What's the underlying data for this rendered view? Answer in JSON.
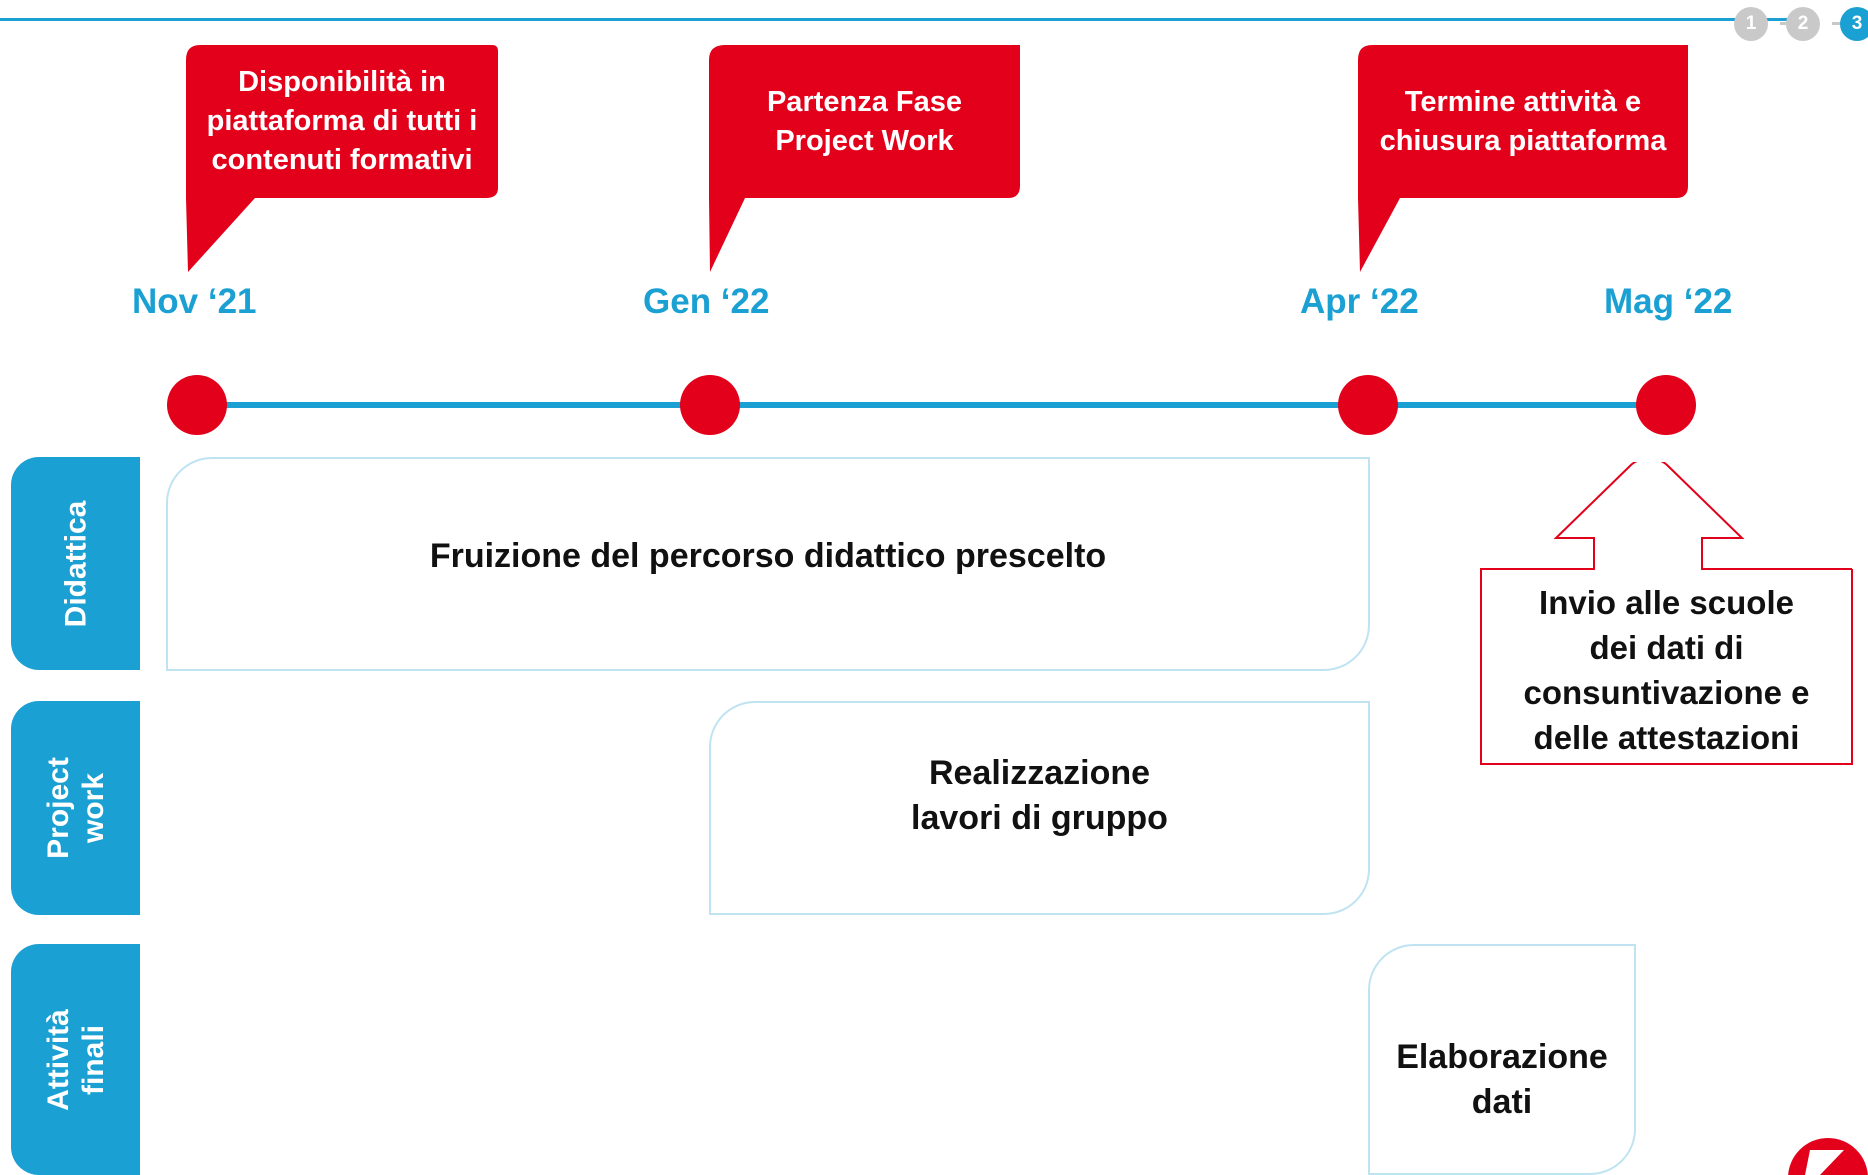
{
  "steps": [
    "1",
    "2",
    "3"
  ],
  "current_step": "3",
  "callouts": [
    {
      "id": "callout-contenuti",
      "text": "Disponibilità in\npiattaforma di tutti i\ncontenuti formativi"
    },
    {
      "id": "callout-project-work",
      "text": "Partenza Fase\nProject Work"
    },
    {
      "id": "callout-termine",
      "text": "Termine attività e\nchiusura piattaforma"
    }
  ],
  "dates": [
    "Nov ‘21",
    "Gen ‘22",
    "Apr ‘22",
    "Mag ‘22"
  ],
  "rows": [
    {
      "label": "Didattica",
      "phase": "Fruizione del percorso didattico prescelto"
    },
    {
      "label": "Project\nwork",
      "phase": "Realizzazione\nlavori di gruppo"
    },
    {
      "label": "Attività\nfinali",
      "phase": "Elaborazione\ndati"
    }
  ],
  "final_note": "Invio alle scuole\ndei dati di\nconsuntivazione e\ndelle attestazioni",
  "colors": {
    "accent_blue": "#1aa0d2",
    "accent_red": "#e2001a",
    "box_border": "#bfe3f1"
  },
  "icons": [
    "unicredit-logo-icon"
  ]
}
